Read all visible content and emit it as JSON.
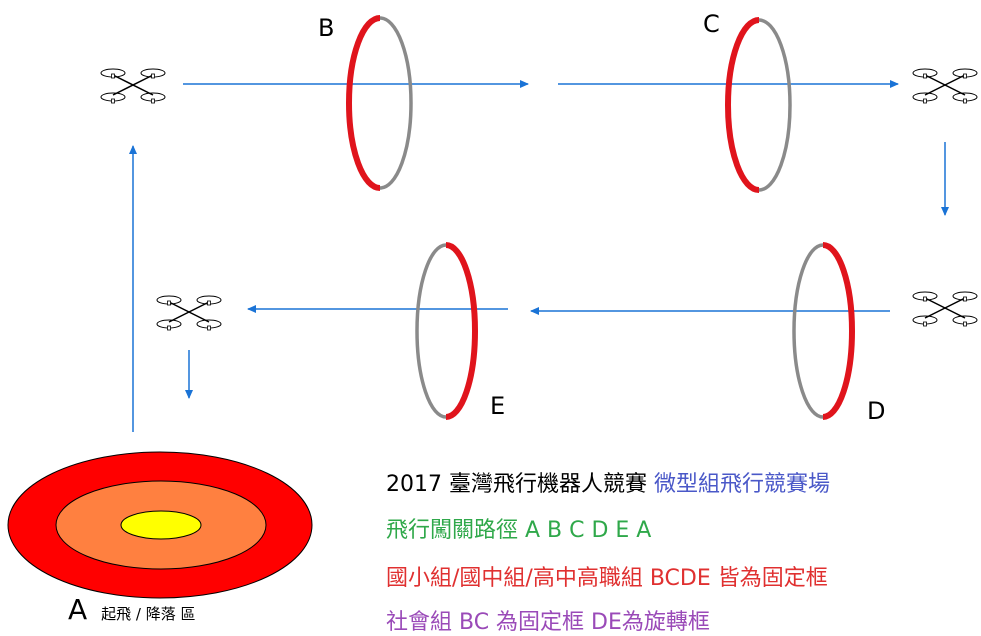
{
  "gates": {
    "b": "B",
    "c": "C",
    "d": "D",
    "e": "E"
  },
  "landing_zone": {
    "letter": "A",
    "text": "起飛 / 降落  區"
  },
  "info": {
    "line1_black": "2017 臺灣飛行機器人競賽 ",
    "line1_blue": "微型組飛行競賽場",
    "line2": "飛行闖關路徑 A B C D E A",
    "line3": "國小組/國中組/高中高職組   BCDE  皆為固定框",
    "line4": "社會組 BC 為固定框  DE為旋轉框"
  },
  "colors": {
    "ring_red": "#e0141c",
    "ring_gray": "#8a8a8a",
    "arrow_blue": "#1a73d6",
    "text_blue": "#4a58c8",
    "text_green": "#2fa84a",
    "text_red": "#e03030",
    "text_purple": "#9a4ab8",
    "zone_outer": "#ff0000",
    "zone_middle": "#ff8040",
    "zone_inner": "#ffff00"
  },
  "icons": {
    "drone": "quadcopter-icon",
    "arrow": "arrow-icon"
  }
}
